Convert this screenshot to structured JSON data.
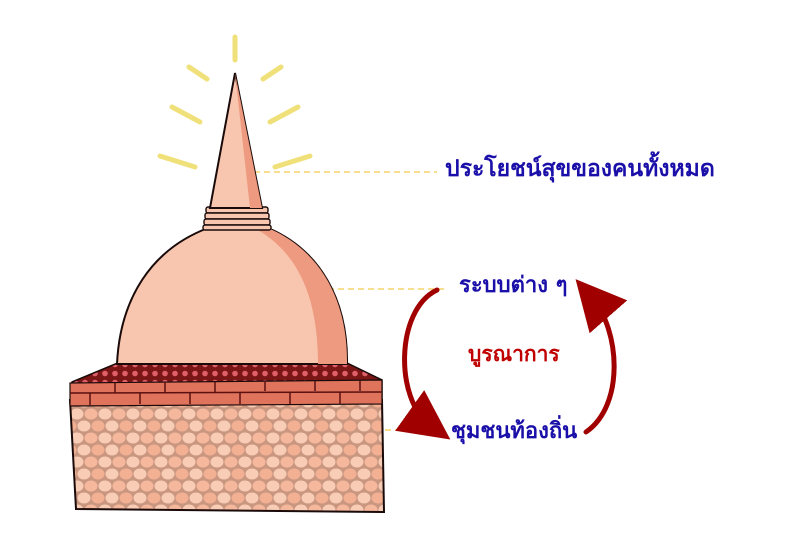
{
  "diagram": {
    "type": "stupa-metaphor",
    "labels": {
      "top": "ประโยชน์สุขของคนทั้งหมด",
      "middle": "ระบบต่าง ๆ",
      "center": "บูรณาการ",
      "bottom": "ชุมชนท้องถิ่น"
    },
    "parts": {
      "spire": "spire",
      "dome": "dome",
      "brick_band": "brick band",
      "base": "base"
    },
    "connections": [
      {
        "from": "spire",
        "to": "top",
        "style": "dashed"
      },
      {
        "from": "dome",
        "to": "middle",
        "style": "dashed"
      },
      {
        "from": "base",
        "to": "bottom",
        "style": "dashed"
      }
    ],
    "cycle": {
      "label": "บูรณาการ",
      "arrows": [
        {
          "from": "middle",
          "to": "bottom",
          "side": "left"
        },
        {
          "from": "bottom",
          "to": "middle",
          "side": "right"
        }
      ]
    }
  },
  "colors": {
    "label_blue": "#1a0fa8",
    "label_red": "#c00000",
    "arrow_red": "#a00000",
    "dashed_line": "#f7d36b",
    "rays": "#f0e07a",
    "stupa_light": "#f8c6ae",
    "stupa_shadow": "#ee9a80",
    "brick": "#e0735c",
    "brick_top": "#7a1616",
    "base_fill": "#c99680",
    "outline": "#1a0a0a"
  }
}
